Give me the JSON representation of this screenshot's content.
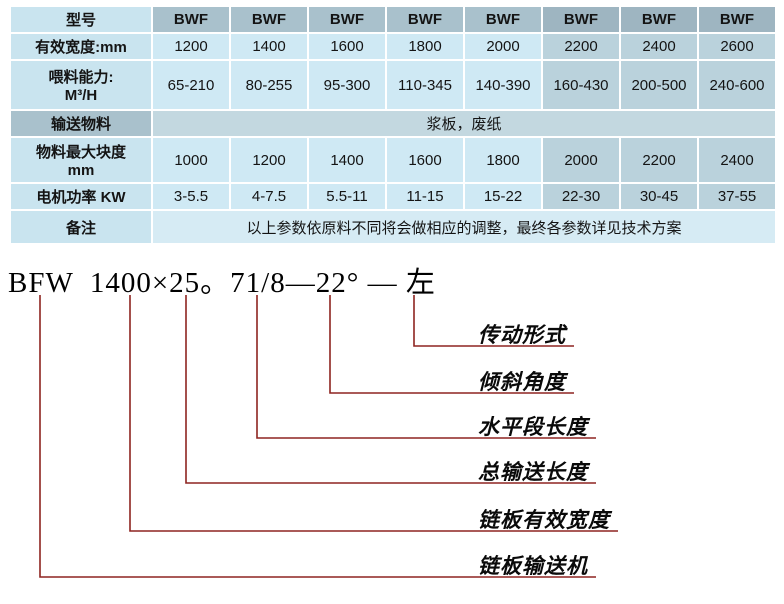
{
  "table": {
    "rows": [
      {
        "label": "型号",
        "cells": [
          "BWF",
          "BWF",
          "BWF",
          "BWF",
          "BWF",
          "BWF",
          "BWF",
          "BWF"
        ]
      },
      {
        "label": "有效宽度:mm",
        "cells": [
          "1200",
          "1400",
          "1600",
          "1800",
          "2000",
          "2200",
          "2400",
          "2600"
        ]
      },
      {
        "label": "喂料能力:\nM³/H",
        "cells": [
          "65-210",
          "80-255",
          "95-300",
          "110-345",
          "140-390",
          "160-430",
          "200-500",
          "240-600"
        ]
      },
      {
        "label": "输送物料",
        "span": "浆板，废纸"
      },
      {
        "label": "物料最大块度\nmm",
        "cells": [
          "1000",
          "1200",
          "1400",
          "1600",
          "1800",
          "2000",
          "2200",
          "2400"
        ]
      },
      {
        "label": "电机功率 KW",
        "cells": [
          "3-5.5",
          "4-7.5",
          "5.5-11",
          "11-15",
          "15-22",
          "22-30",
          "30-45",
          "37-55"
        ]
      },
      {
        "label": "备注",
        "span": "以上参数依原料不同将会做相应的调整，最终各参数详见技术方案"
      }
    ]
  },
  "diagram": {
    "model_string": "BFW  1400×25。71/8—22° — 左",
    "line_color": "#8e2420",
    "labels": [
      "传动形式",
      "倾斜角度",
      "水平段长度",
      "总输送长度",
      "链板有效宽度",
      "链板输送机"
    ]
  }
}
